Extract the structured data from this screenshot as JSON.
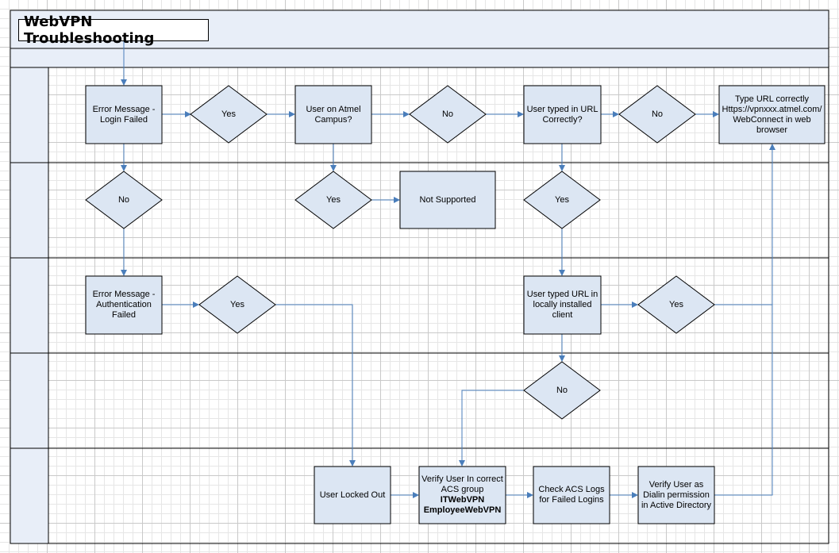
{
  "title": "WebVPN Troubleshooting",
  "colors": {
    "shape_fill": "#dce6f3",
    "band_fill": "#e8eef8",
    "border": "#000000",
    "connector": "#4a7ebb"
  },
  "nodes": {
    "error_login_failed": "Error Message -\nLogin Failed",
    "decision_yes_1": "Yes",
    "user_on_campus": "User on Atmel\nCampus?",
    "decision_no_1": "No",
    "user_typed_url": "User typed in URL\nCorrectly?",
    "decision_no_2": "No",
    "type_url_correctly": "Type URL correctly\nHttps://vpnxxx.atmel.com/\nWebConnect in web\nbrowser",
    "decision_no_3": "No",
    "decision_yes_2": "Yes",
    "not_supported": "Not Supported",
    "decision_yes_3": "Yes",
    "error_auth_failed": "Error Message -\nAuthentication\nFailed",
    "decision_yes_4": "Yes",
    "user_typed_local": "User typed URL in\nlocally installed\nclient",
    "decision_yes_5": "Yes",
    "decision_no_4": "No",
    "user_locked_out": "User Locked Out",
    "verify_acs_line1": "Verify User In correct",
    "verify_acs_line2": "ACS group",
    "verify_acs_group1": "ITWebVPN",
    "verify_acs_group2": "EmployeeWebVPN",
    "check_acs_logs": "Check ACS Logs\nfor Failed Logins",
    "verify_dialin": "Verify User as\nDialin permission\nin Active Directory"
  }
}
